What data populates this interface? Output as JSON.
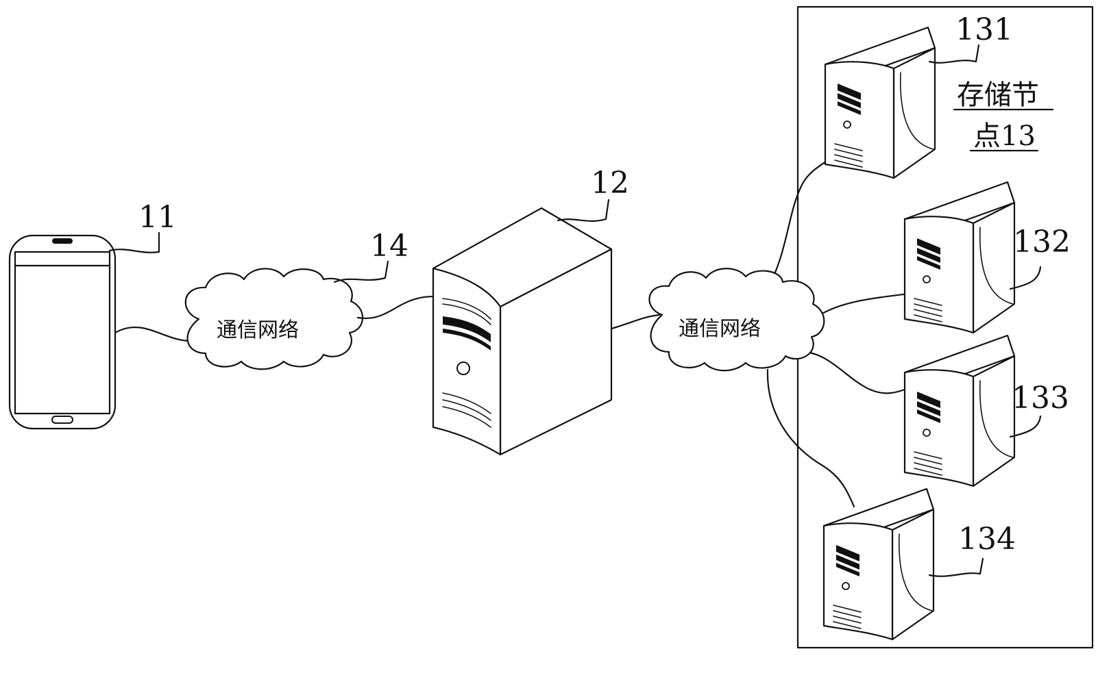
{
  "labels": {
    "terminal": "11",
    "server": "12",
    "network": "14",
    "node_131": "131",
    "node_132": "132",
    "node_133": "133",
    "node_134": "134"
  },
  "network_clouds": {
    "left": "通信网络",
    "right": "通信网络"
  },
  "storage_node": {
    "line1": "存储节",
    "line2": "点13"
  }
}
